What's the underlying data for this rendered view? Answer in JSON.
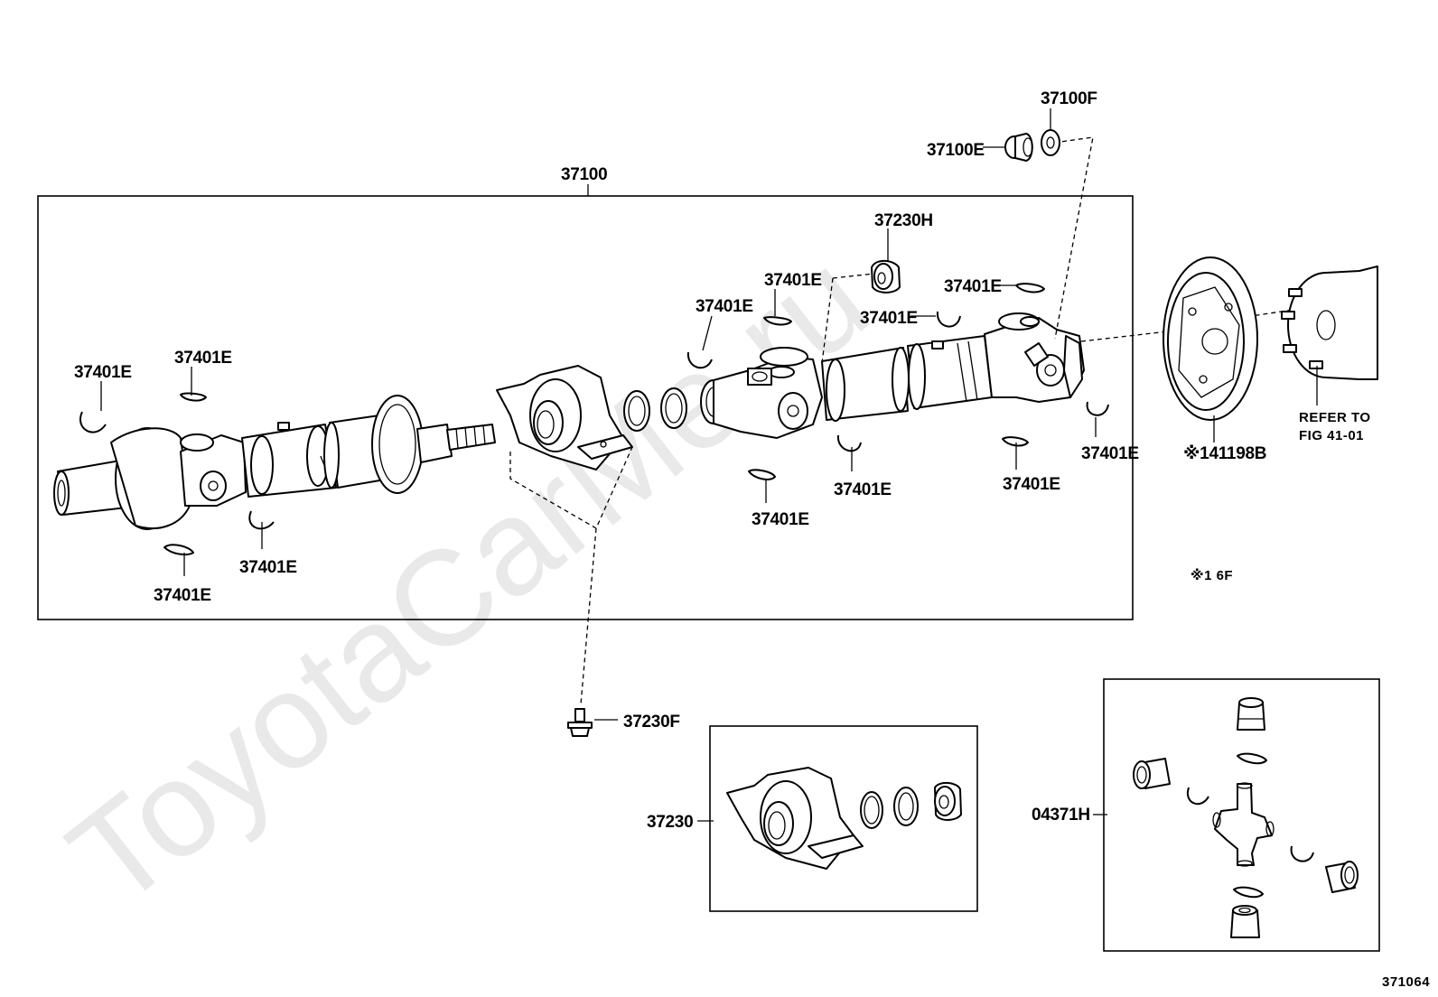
{
  "watermark": "ToyotaCarMe.ru",
  "labels": {
    "assembly": "37100",
    "nut_f": "37100F",
    "nut_e": "37100E",
    "cushion_h": "37230H",
    "snap_ring": "37401E",
    "bolt_f": "37230F",
    "center_bearing": "37230",
    "spider_kit": "04371H",
    "flange": "※141198B",
    "refer_line1": "REFER TO",
    "refer_line2": "FIG 41-01",
    "footnote": "※1 6F",
    "diagram_id": "371064"
  }
}
